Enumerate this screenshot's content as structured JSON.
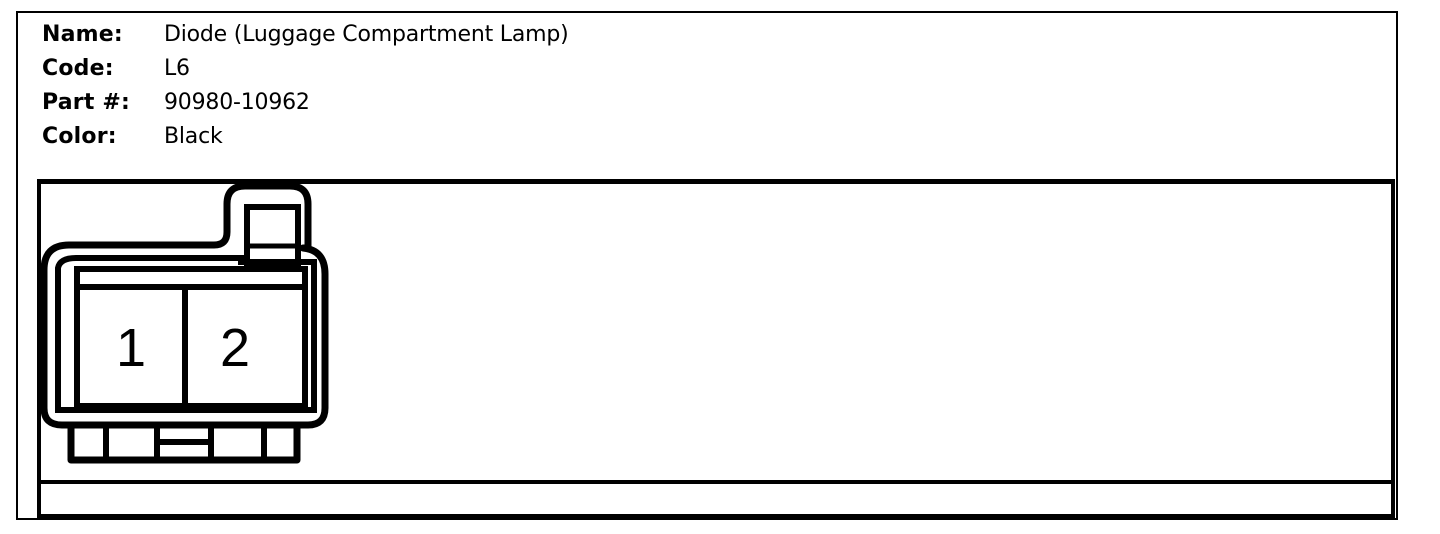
{
  "connector_info": {
    "name_label": "Name:",
    "name_value": "Diode (Luggage Compartment Lamp)",
    "code_label": "Code:",
    "code_value": "L6",
    "part_label": "Part #:",
    "part_value": "90980-10962",
    "color_label": "Color:",
    "color_value": "Black"
  },
  "connector": {
    "pins": [
      {
        "number": "1"
      },
      {
        "number": "2"
      }
    ]
  }
}
